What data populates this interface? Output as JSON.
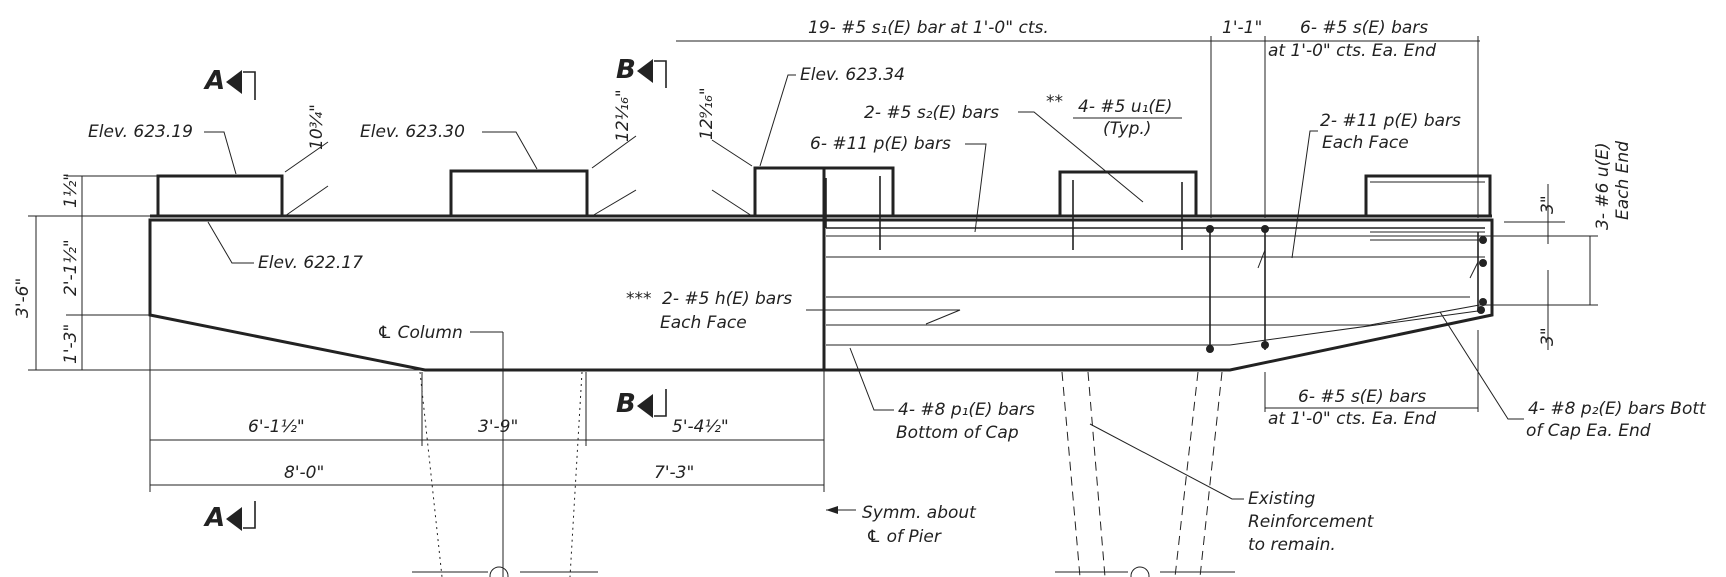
{
  "sections": {
    "a": "A",
    "b": "B"
  },
  "labels": {
    "elev_1": "Elev. 623.19",
    "elev_2": "Elev. 623.30",
    "elev_3": "Elev. 623.34",
    "elev_4": "Elev. 622.17",
    "s1_bars": "19- #5 s₁(E) bar at 1'-0\" cts.",
    "s2_bars": "2- #5 s₂(E) bars",
    "u1_bars": "4- #5 u₁(E)",
    "u1_typ": "(Typ.)",
    "u1_mark": "**",
    "p_bars_6": "6- #11 p(E) bars",
    "p_bars_2": "2- #11 p(E) bars",
    "p_bars_2_sub": "Each Face",
    "s_bars_top": "6- #5 s(E) bars",
    "s_bars_top_sub": "at 1'-0\" cts. Ea. End",
    "s_bars_bot": "6- #5 s(E) bars",
    "s_bars_bot_sub": "at 1'-0\" cts. Ea. End",
    "u_bars": "3- #6 u(E)",
    "u_bars_sub": "Each End",
    "h_bars_mark": "***",
    "h_bars": "2- #5 h(E) bars",
    "h_bars_sub": "Each Face",
    "column": "℄ Column",
    "p1_bars": "4- #8 p₁(E) bars",
    "p1_bars_sub": "Bottom of Cap",
    "p2_bars": "4- #8 p₂(E) bars Bott",
    "p2_bars_sub": "of Cap Ea. End",
    "symm": "Symm. about",
    "symm_sub": "℄ of Pier",
    "existing": "Existing",
    "existing_2": "Reinforcement",
    "existing_3": "to remain."
  },
  "dimensions": {
    "d_11_1_1": "1'-1\"",
    "d_3_6": "3'-6\"",
    "d_1_half": "1½\"",
    "d_2_1_half": "2'-1½\"",
    "d_1_3": "1'-3\"",
    "d_10_3_4": "10¾\"",
    "d_12_1_16": "12¹⁄₁₆\"",
    "d_12_9_16": "12⁹⁄₁₆\"",
    "d_3_top": "3\"",
    "d_3_bot": "3\"",
    "d_6_1_half": "6'-1½\"",
    "d_3_9": "3'-9\"",
    "d_5_4_half": "5'-4½\"",
    "d_8_0": "8'-0\"",
    "d_7_3": "7'-3\""
  }
}
